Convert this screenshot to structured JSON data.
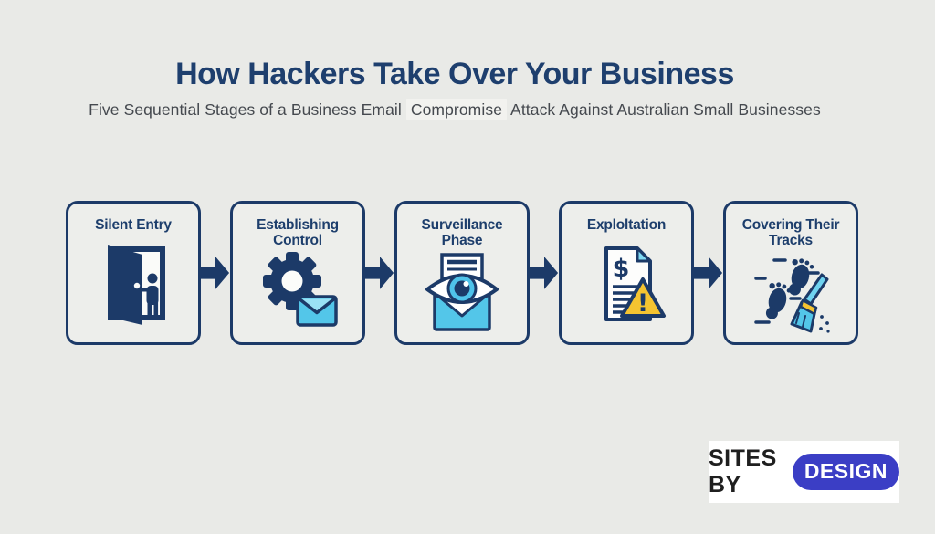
{
  "header": {
    "title": "How Hackers Take Over Your Business",
    "subtitle_prefix": "Five Sequential Stages of a Business Email ",
    "subtitle_highlight": "Compromise",
    "subtitle_suffix": " Attack Against Australian Small Businesses"
  },
  "stages": [
    {
      "label": "Silent Entry",
      "icon": "open-door-intruder-icon"
    },
    {
      "label": "Establishing Control",
      "icon": "gear-envelope-icon"
    },
    {
      "label": "Surveillance Phase",
      "icon": "envelope-eye-icon"
    },
    {
      "label": "Exploltation",
      "icon": "invoice-warning-icon"
    },
    {
      "label": "Covering Their Tracks",
      "icon": "footprints-broom-icon"
    }
  ],
  "icons": {
    "dollar_glyph": "$",
    "exclamation_glyph": "!"
  },
  "logo": {
    "text_black": "SITES BY",
    "text_pill": "DESIGN"
  },
  "colors": {
    "navy": "#1c3a68",
    "title_navy": "#1e3f6e",
    "cyan": "#53c6e9",
    "cyan_light": "#9ae1f5",
    "warning_yellow": "#f5c431",
    "logo_blue": "#3b3ec5",
    "background": "#e9eae7",
    "box_fill": "#edeeeb"
  }
}
